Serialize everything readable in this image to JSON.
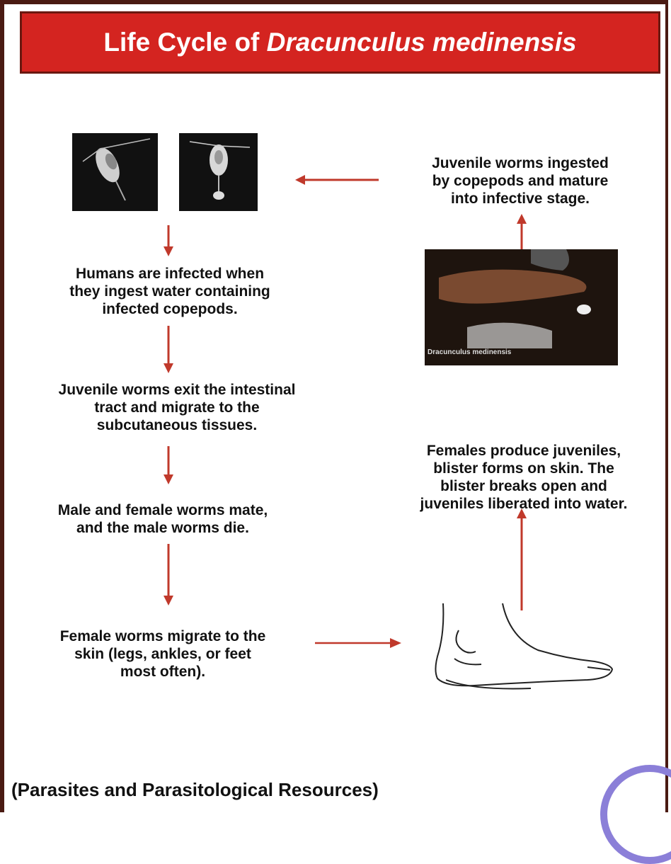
{
  "title": {
    "prefix": "Life Cycle of ",
    "species": "Dracunculus medinensis"
  },
  "steps": {
    "juveniles_copepods": [
      "Juvenile worms ingested",
      "by copepods and mature",
      "into infective stage."
    ],
    "humans_infected": [
      "Humans are infected when",
      "they ingest water containing",
      "infected copepods."
    ],
    "exit_intestine": [
      "Juvenile worms exit the intestinal",
      "tract and migrate to the",
      "subcutaneous tissues."
    ],
    "mate": [
      "Male and female worms mate,",
      "and the male worms die."
    ],
    "migrate_skin": [
      "Female worms migrate to the",
      "skin (legs, ankles, or feet",
      "most often)."
    ],
    "blister": [
      "Females produce juveniles,",
      "blister forms on skin.  The",
      "blister breaks open and",
      "juveniles liberated into water."
    ]
  },
  "photo_caption": "Dracunculus medinensis",
  "source": "(Parasites and Parasitological Resources)",
  "colors": {
    "title_bg": "#d42420",
    "arrow": "#c0392b",
    "frame": "#4a1a12"
  }
}
